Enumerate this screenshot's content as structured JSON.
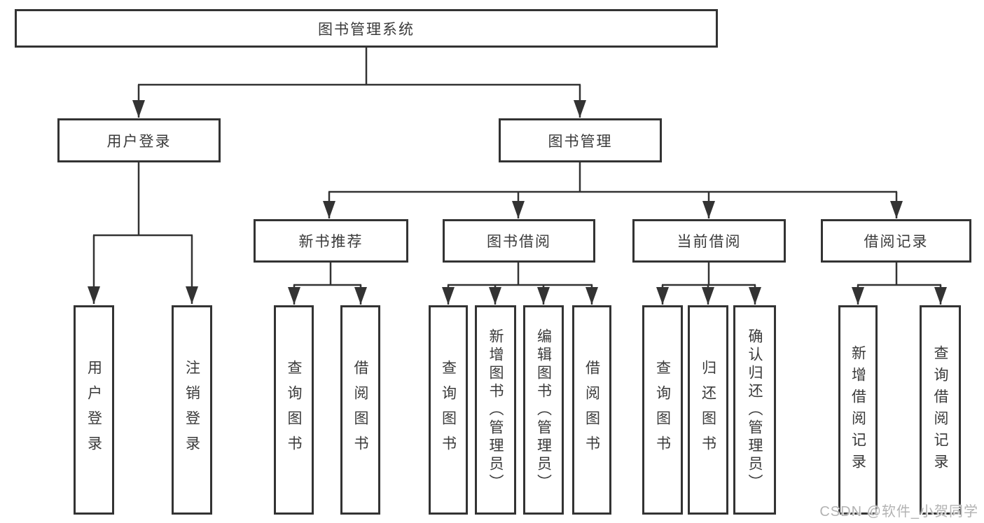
{
  "diagram": {
    "root": {
      "label": "图书管理系统"
    },
    "level2": [
      {
        "label": "用户登录",
        "children": [
          {
            "label": "用户登录"
          },
          {
            "label": "注销登录"
          }
        ]
      },
      {
        "label": "图书管理",
        "children": [
          {
            "label": "新书推荐",
            "children": [
              {
                "label": "查询图书"
              },
              {
                "label": "借阅图书"
              }
            ]
          },
          {
            "label": "图书借阅",
            "children": [
              {
                "label": "查询图书"
              },
              {
                "label": "新增图书（管理员）"
              },
              {
                "label": "编辑图书（管理员）"
              },
              {
                "label": "借阅图书"
              }
            ]
          },
          {
            "label": "当前借阅",
            "children": [
              {
                "label": "查询图书"
              },
              {
                "label": "归还图书"
              },
              {
                "label": "确认归还（管理员）"
              }
            ]
          },
          {
            "label": "借阅记录",
            "children": [
              {
                "label": "新增借阅记录"
              },
              {
                "label": "查询借阅记录"
              }
            ]
          }
        ]
      }
    ]
  },
  "colors": {
    "line": "#333333",
    "box_background": "#ffffff",
    "watermark": "#b3b3b3"
  },
  "watermark": {
    "text": "CSDN @软件_小贺同学"
  }
}
